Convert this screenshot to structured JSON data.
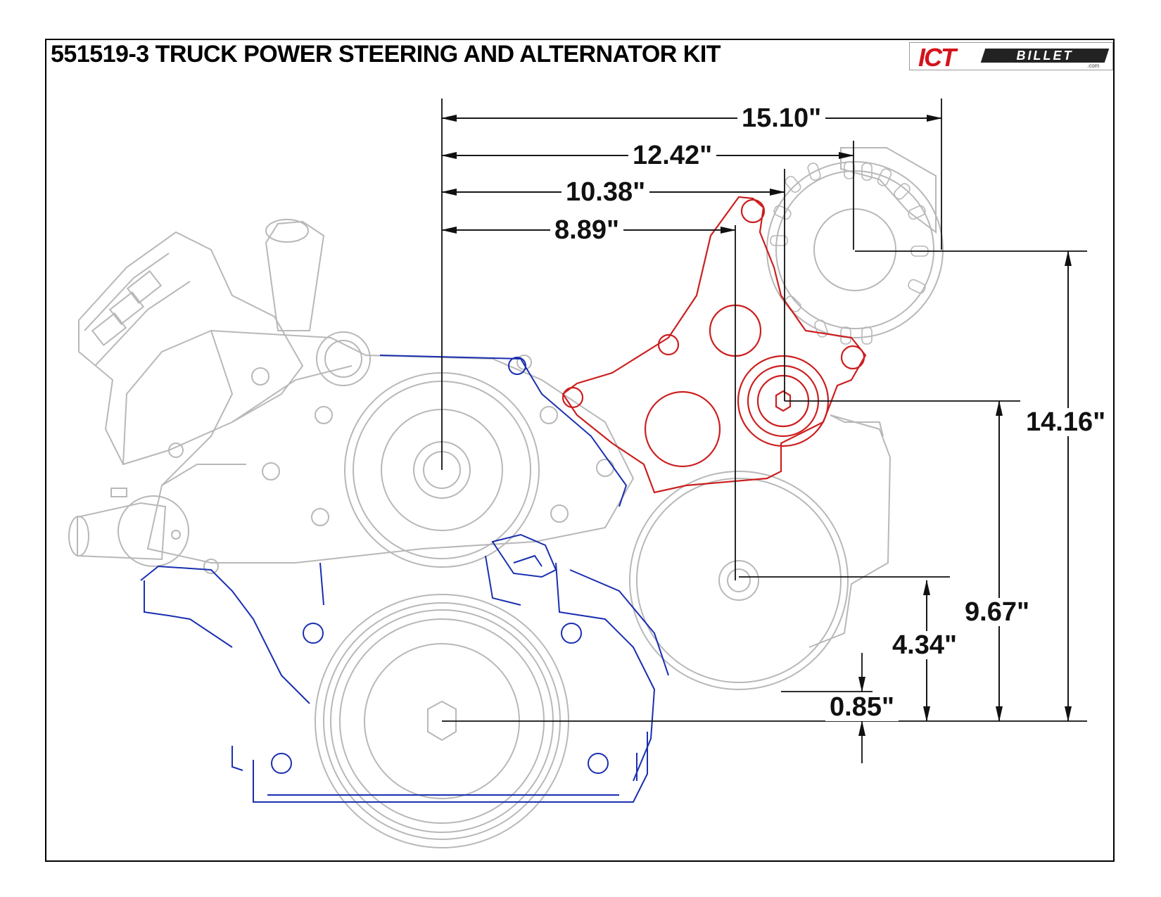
{
  "drawing": {
    "title": "551519-3 TRUCK POWER STEERING AND ALTERNATOR KIT",
    "logo": {
      "ict": "ICT",
      "billet": "BILLET",
      "com": ".com"
    },
    "colors": {
      "bracket_red": "#cc1f1f",
      "timing_cover_blue": "#1a2fb0",
      "engine_gray": "#b8b8b8",
      "dimension_black": "#111111",
      "logo_red": "#d4141b"
    },
    "dimensions": {
      "horizontal": [
        "15.10\"",
        "12.42\"",
        "10.38\"",
        "8.89\""
      ],
      "vertical": [
        "14.16\"",
        "9.67\"",
        "4.34\"",
        "0.85\""
      ]
    }
  }
}
